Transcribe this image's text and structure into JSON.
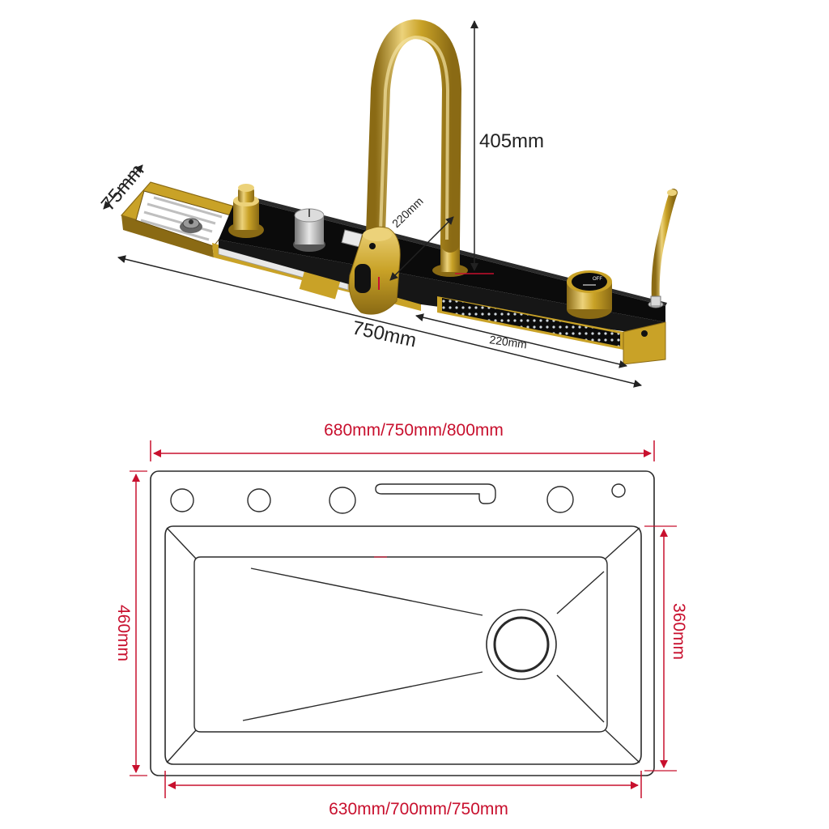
{
  "top_view": {
    "faucet_height": "405mm",
    "spout_reach": "220mm",
    "tray_width": "75mm",
    "panel_length": "750mm",
    "waterfall_length": "220mm",
    "knob_label": "OFF"
  },
  "plan_view": {
    "outer_width": "680mm/750mm/800mm",
    "inner_width": "630mm/700mm/750mm",
    "outer_depth": "460mm",
    "inner_depth": "360mm"
  },
  "colors": {
    "gold": "#c9a227",
    "gold_dark": "#8a6a14",
    "gold_light": "#ecd27a",
    "panel": "#0b0b0b",
    "outline": "#2a2a2a",
    "dimension_red": "#c8102e",
    "dimension_dark": "#222222"
  }
}
